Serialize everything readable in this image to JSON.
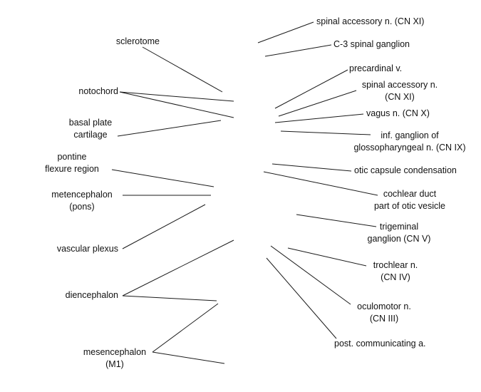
{
  "labels": {
    "left": {
      "sclerotome": [
        "sclerotome"
      ],
      "notochord": [
        "notochord"
      ],
      "basal_plate": [
        "basal plate",
        "cartilage"
      ],
      "pontine": [
        "pontine",
        "flexure region"
      ],
      "metencephalon": [
        "metencephalon",
        "(pons)"
      ],
      "vascular_plexus": [
        "vascular plexus"
      ],
      "diencephalon": [
        "diencephalon"
      ],
      "mesencephalon": [
        "mesencephalon",
        "(M1)"
      ]
    },
    "right": {
      "spinal_accessory_top": [
        "spinal accessory n. (CN XI)"
      ],
      "c3_ganglion": [
        "C-3 spinal ganglion"
      ],
      "precardinal": [
        "precardinal v."
      ],
      "spinal_accessory_2": [
        "spinal accessory n.",
        "(CN XI)"
      ],
      "vagus": [
        "vagus n. (CN X)"
      ],
      "inf_ganglion": [
        "inf. ganglion of",
        "glossopharyngeal n. (CN IX)"
      ],
      "otic_capsule": [
        "otic capsule condensation"
      ],
      "cochlear_duct": [
        "cochlear duct",
        "part of otic vesicle"
      ],
      "trigeminal": [
        "trigeminal",
        "ganglion (CN V)"
      ],
      "trochlear": [
        "trochlear n.",
        "(CN IV)"
      ],
      "oculomotor": [
        "oculomotor n.",
        "(CN III)"
      ],
      "post_communicating": [
        "post. communicating a."
      ]
    }
  }
}
